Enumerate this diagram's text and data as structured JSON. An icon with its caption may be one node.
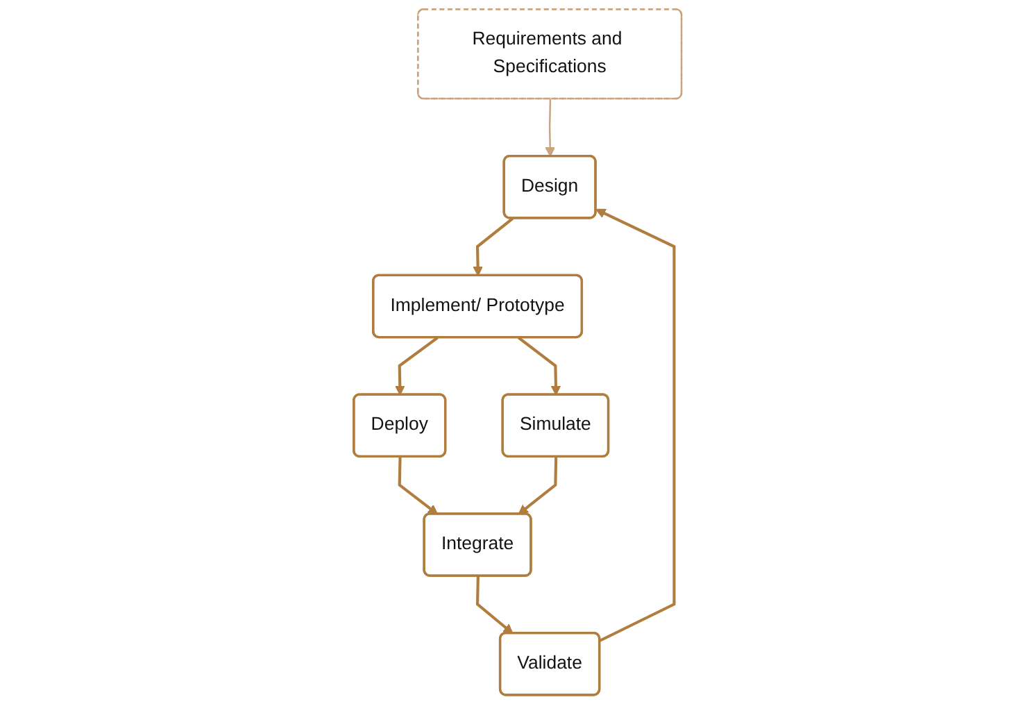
{
  "diagram": {
    "nodes": [
      {
        "text": [
          "Requirements and Specifications"
        ]
      },
      {
        "text": [
          "Design"
        ]
      },
      {
        "text": [
          "Implement/ Prototype"
        ]
      },
      {
        "text": [
          "Deploy"
        ]
      },
      {
        "text": [
          "Simulate"
        ]
      },
      {
        "text": [
          "Integrate"
        ]
      },
      {
        "text": [
          "Validate"
        ]
      }
    ],
    "edges": [
      {
        "from": 0,
        "to": 1,
        "arrow": "to",
        "color": "#c9a47e"
      },
      {
        "from": 1,
        "to": 2,
        "arrow": "to"
      },
      {
        "from": 2,
        "to": 3,
        "arrow": "to"
      },
      {
        "from": 2,
        "to": 4,
        "arrow": "to"
      },
      {
        "from": 3,
        "to": 5,
        "arrow": "to"
      },
      {
        "from": 4,
        "to": 5,
        "arrow": "to"
      },
      {
        "from": 5,
        "to": 6,
        "arrow": "to"
      },
      {
        "from": 6,
        "to": 1,
        "arrow": "to"
      }
    ]
  }
}
